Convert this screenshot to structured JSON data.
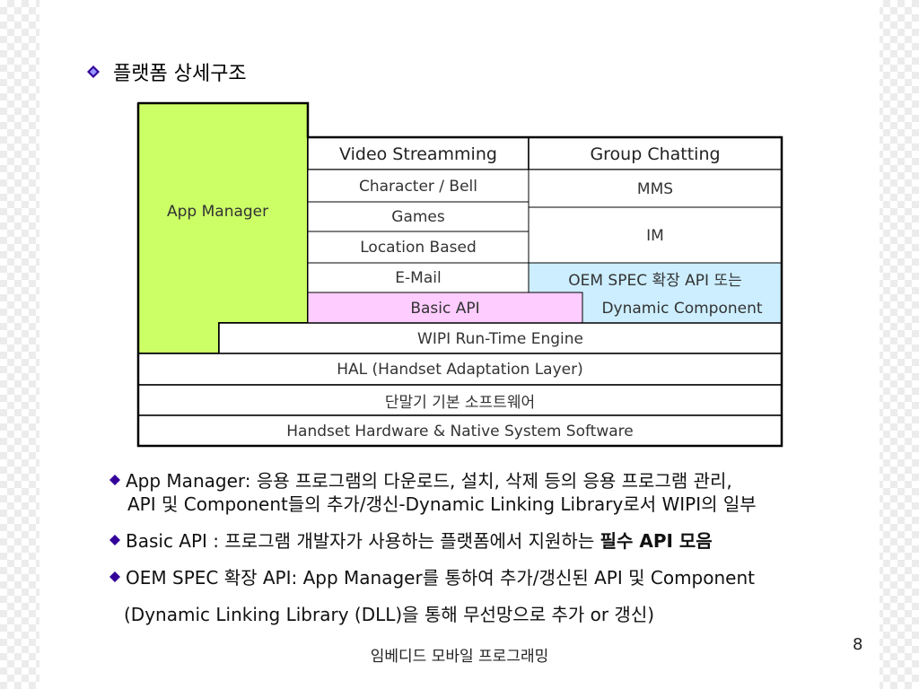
{
  "slide": {
    "title": "플랫폼 상세구조",
    "page_number": "8",
    "footer": "임베디드 모바일 프로그래밍"
  },
  "diagram": {
    "app_manager": "App Manager",
    "video_streaming": "Video Streamming",
    "group_chatting": "Group Chatting",
    "character_bell": "Character / Bell",
    "mms": "MMS",
    "games": "Games",
    "im": "IM",
    "location_based": "Location Based",
    "email": "E-Mail",
    "oem_spec": "OEM SPEC 확장 API 또는",
    "basic_api": "Basic API",
    "dynamic_component": "Dynamic Component",
    "wipi_engine": "WIPI Run-Time Engine",
    "hal": "HAL (Handset Adaptation Layer)",
    "handset_basic_sw": "단말기 기본 소프트웨어",
    "handset_hw": "Handset Hardware & Native System Software",
    "colors": {
      "app_manager": "#ccff66",
      "basic_api": "#ffccff",
      "oem": "#cceeff",
      "border": "#000000",
      "bullet": "#330099"
    }
  },
  "bullets": [
    {
      "line1": "App Manager: 응용 프로그램의 다운로드, 설치, 삭제 등의 응용 프로그램 관리,",
      "line2": "API 및 Component들의 추가/갱신-Dynamic Linking Library로서 WIPI의 일부"
    },
    {
      "text": "Basic API : 프로그램 개발자가 사용하는 플랫폼에서 지원하는 ",
      "bold": "필수 API 모음"
    },
    {
      "line1": "OEM SPEC 확장 API: App Manager를 통하여 추가/갱신된 API 및 Component",
      "line2": "(Dynamic Linking Library (DLL)을 통해 무선망으로 추가 or 갱신)"
    }
  ]
}
